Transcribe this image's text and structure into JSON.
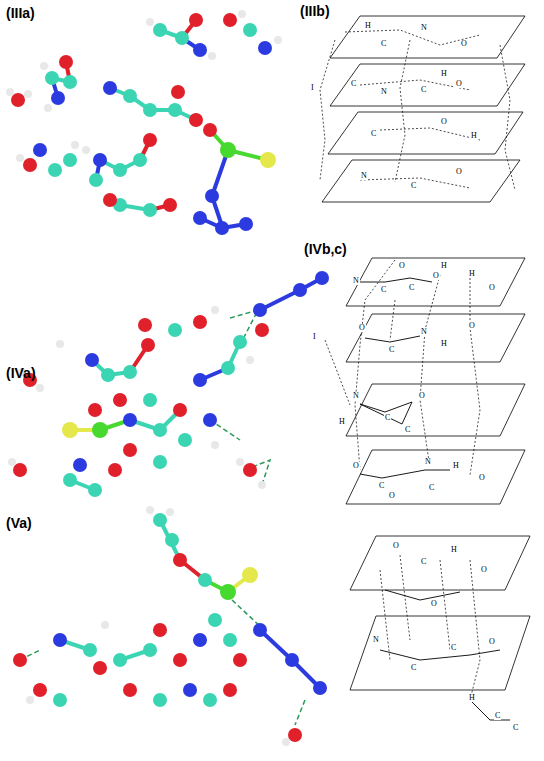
{
  "diagram": {
    "labels": [
      "(IIIa)",
      "(IIIb)",
      "(IVa)",
      "(IVb,c)",
      "(Va)",
      "H",
      "C",
      "N",
      "O",
      "C",
      "H",
      "I",
      "N",
      "C",
      "O",
      "C",
      "O",
      "H",
      "N",
      "C",
      "O",
      "O",
      "H",
      "N",
      "C",
      "C",
      "O",
      "H",
      "O",
      "I",
      "O",
      "C",
      "N",
      "H",
      "O",
      "N",
      "H",
      "C",
      "O",
      "C",
      "O",
      "C",
      "N",
      "H",
      "O",
      "C",
      "O",
      "O",
      "C",
      "H",
      "O",
      "N",
      "C",
      "C",
      "O",
      "H",
      "C",
      "C",
      "O"
    ]
  }
}
